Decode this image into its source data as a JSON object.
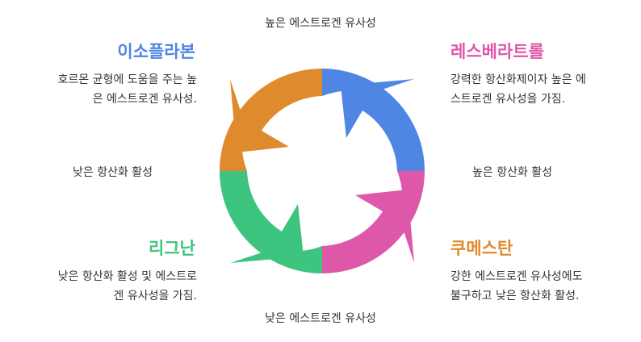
{
  "axes": {
    "top": "높은 에스트로겐 유사성",
    "bottom": "낮은 에스트로겐 유사성",
    "left": "낮은 항산화 활성",
    "right": "높은 항산화 활성"
  },
  "quadrants": {
    "top_left": {
      "title": "이소플라본",
      "desc_line1": "호르몬 균형에 도움을 주는 높",
      "desc_line2": "은 에스트로겐 유사성.",
      "color": "#E08A2E"
    },
    "top_right": {
      "title": "레스베라트롤",
      "desc_line1": "강력한 항산화제이자 높은 에",
      "desc_line2": "스트로겐 유사성을 가짐.",
      "color": "#4F86E3"
    },
    "bottom_left": {
      "title": "리그난",
      "desc_line1": "낮은 항산화 활성 및 에스트로",
      "desc_line2": "겐 유사성을 가짐.",
      "color": "#3DC47E"
    },
    "bottom_right": {
      "title": "쿠메스탄",
      "desc_line1": "강한 에스트로겐 유사성에도",
      "desc_line2": "불구하고 낮은 항산화 활성.",
      "color": "#DD58A8"
    }
  }
}
